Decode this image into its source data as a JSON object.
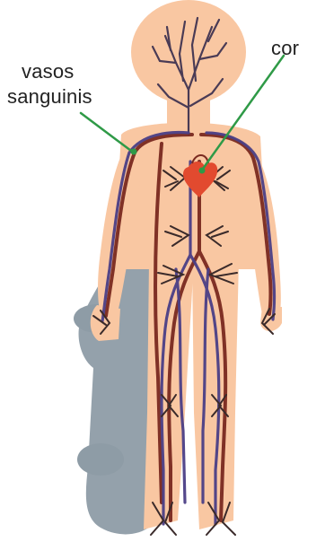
{
  "labels": {
    "vasos_line1": "vasos",
    "vasos_line2": "sanguinis",
    "heart": "cor"
  },
  "colors": {
    "silhouette": "#f9c7a2",
    "skateboard": "#8e9ca6",
    "vein": "#4b3f86",
    "artery": "#7a2a20",
    "heart": "#e24a2f",
    "leader_line": "#2f9a47"
  }
}
